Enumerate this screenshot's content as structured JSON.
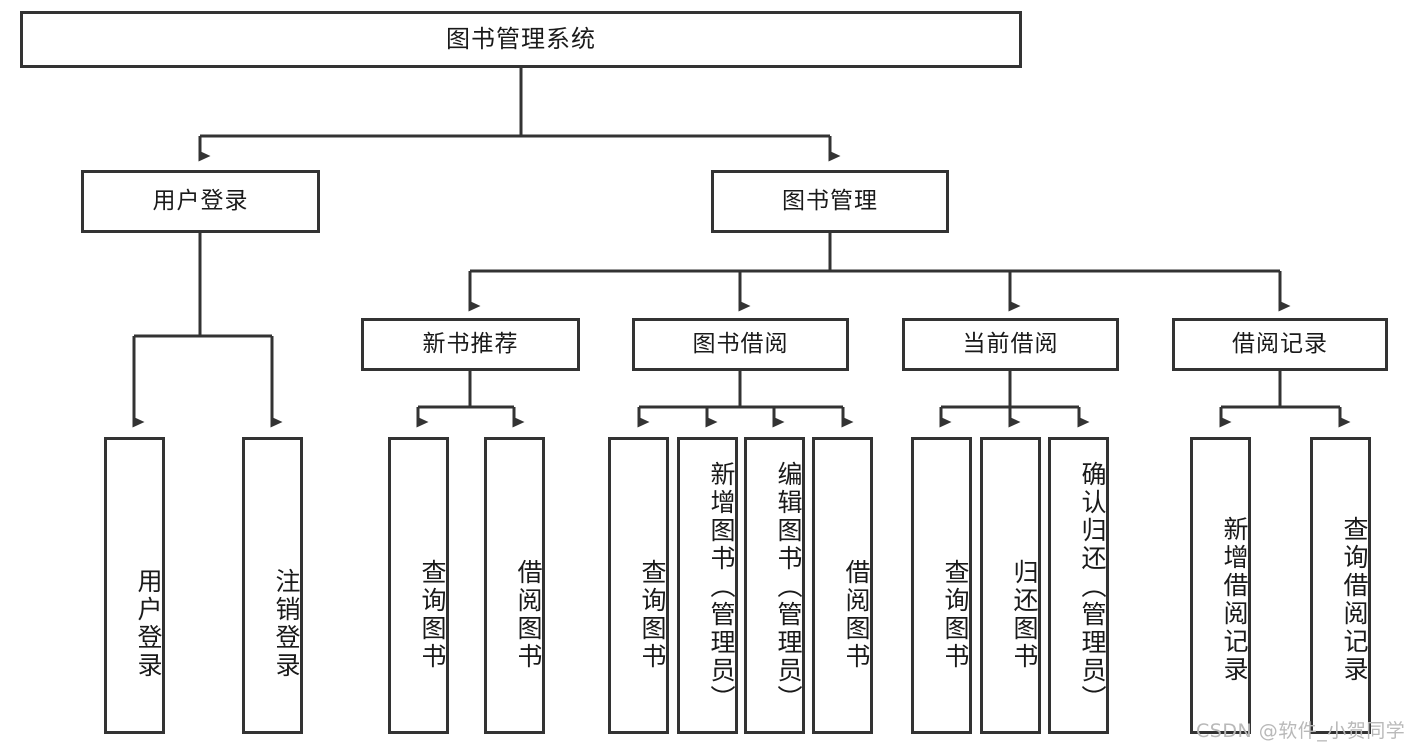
{
  "diagram": {
    "title": "图书管理系统",
    "type": "tree-hierarchy",
    "watermark": "CSDN @软件_小贺同学",
    "colors": {
      "stroke": "#333333",
      "fill": "#ffffff",
      "text": "#1a1a1a",
      "watermark": "#b9b9b9"
    }
  },
  "root": {
    "label": "图书管理系统"
  },
  "level2": [
    {
      "label": "用户登录"
    },
    {
      "label": "图书管理"
    }
  ],
  "level3": [
    {
      "label": "新书推荐"
    },
    {
      "label": "图书借阅"
    },
    {
      "label": "当前借阅"
    },
    {
      "label": "借阅记录"
    }
  ],
  "leaves": {
    "user_login": [
      {
        "label": "用户登录"
      },
      {
        "label": "注销登录"
      }
    ],
    "new_book_recommend": [
      {
        "label": "查询图书"
      },
      {
        "label": "借阅图书"
      }
    ],
    "book_borrow": [
      {
        "label": "查询图书"
      },
      {
        "label": "新增图书（管理员）"
      },
      {
        "label": "编辑图书（管理员）"
      },
      {
        "label": "借阅图书"
      }
    ],
    "current_borrow": [
      {
        "label": "查询图书"
      },
      {
        "label": "归还图书"
      },
      {
        "label": "确认归还（管理员）"
      }
    ],
    "borrow_record": [
      {
        "label": "新增借阅记录"
      },
      {
        "label": "查询借阅记录"
      }
    ]
  }
}
